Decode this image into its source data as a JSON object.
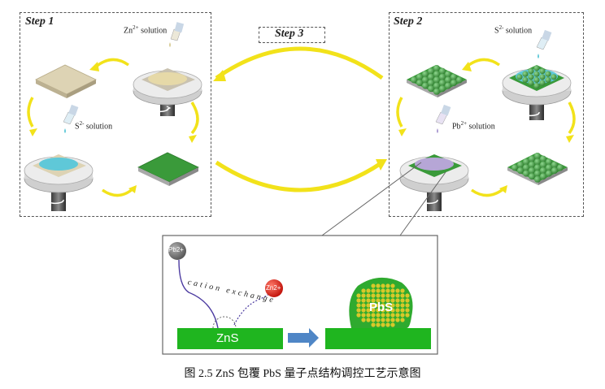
{
  "steps": {
    "step1": "Step 1",
    "step2": "Step 2",
    "step3": "Step 3"
  },
  "solutions": {
    "zn_base": "Zn",
    "zn_sup": "2+",
    "zn_tail": " solution",
    "s1_base": "S",
    "s1_sup": "2-",
    "s1_tail": " solution",
    "s2_base": "S",
    "s2_sup": "2-",
    "s2_tail": " solution",
    "pb_base": "Pb",
    "pb_sup": "2+",
    "pb_tail": " solution"
  },
  "inset": {
    "pb_ion": "Pb2+",
    "zn_ion": "Zn2+",
    "exchange_text": "cation exchange",
    "zns_label": "ZnS",
    "pbs_label": "PbS"
  },
  "caption": "图 2.5 ZnS 包覆 PbS 量子点结构调控工艺示意图",
  "colors": {
    "green": "#3a9a3a",
    "cyan_drop": "#5fc8d8",
    "beige": "#ddd3b4",
    "arrow_yellow": "#f2e21a",
    "arrow_blue": "#4f86c6",
    "pb_ion": "#808080",
    "zn_ion": "#e0201a"
  }
}
